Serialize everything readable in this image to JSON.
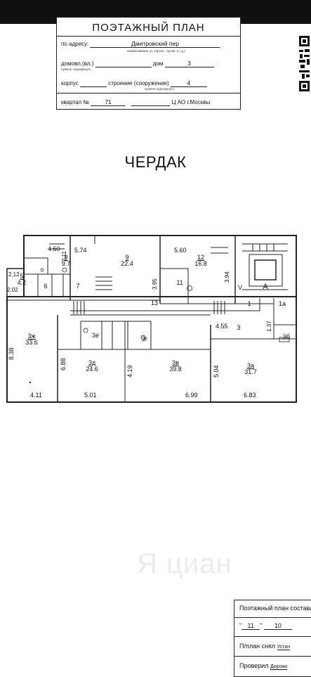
{
  "stamp": {
    "title": "ПОЭТАЖНЫЙ ПЛАН",
    "address_label": "по адресу:",
    "address_value": "Дмитровский пер",
    "address_hint": "наименование ул. (просп., бульв. и т.д.)",
    "domovl_label": "домовл.(вл.)",
    "domovl_hint": "нужное подчеркнуть",
    "dom_label": "дом",
    "dom_value": "3",
    "korpus_label": "корпус",
    "stroenie_label": "строение (сооружение)",
    "stroenie_value": "4",
    "stroenie_hint": "нужное подчеркнуть",
    "kvartal_label": "квартал №",
    "kvartal_value": "71",
    "district_value": "Ц АО г.Москвы"
  },
  "heading": "ЧЕРДАК",
  "plan": {
    "rooms": [
      {
        "id": "8",
        "area": "9.7"
      },
      {
        "id": "9",
        "area": "22.4"
      },
      {
        "id": "12",
        "area": "16.8"
      },
      {
        "id": "5",
        "area": "4.2"
      },
      {
        "id": "6",
        "area": ""
      },
      {
        "id": "7",
        "area": ""
      },
      {
        "id": "11",
        "area": ""
      },
      {
        "id": "13",
        "area": ""
      },
      {
        "id": "1",
        "area": ""
      },
      {
        "id": "1а",
        "area": ""
      },
      {
        "id": "3",
        "area": ""
      },
      {
        "id": "3ж",
        "area": "33.6"
      },
      {
        "id": "3д",
        "area": "24.6"
      },
      {
        "id": "3в",
        "area": "39.8"
      },
      {
        "id": "3а",
        "area": "31.7"
      },
      {
        "id": "3е",
        "area": ""
      },
      {
        "id": "3г",
        "area": ""
      },
      {
        "id": "3б",
        "area": ""
      },
      {
        "id": "A",
        "area": ""
      }
    ],
    "dims": {
      "d_460": "4.60",
      "d_211": "2.11",
      "d_574": "5.74",
      "d_395": "3.95",
      "d_560": "5.60",
      "d_394": "3.94",
      "d_212": "2.12",
      "d_202": "2.02",
      "d_838": "8.38",
      "d_688": "6.88",
      "d_419": "4.19",
      "d_504": "5.04",
      "d_455": "4.55",
      "d_137": "1.37",
      "d_411": "4.11",
      "d_501": "5.01",
      "d_699": "6.99",
      "d_683": "6.83",
      "d_v": "V"
    }
  },
  "watermark": "Я циан",
  "footer": {
    "r1": "Поэтажный план составл",
    "r2_a": "11",
    "r2_b": "10",
    "r3_label": "П/план снял",
    "r3_value": "Устин",
    "r4_label": "Проверил",
    "r4_value": "Дорожк"
  }
}
